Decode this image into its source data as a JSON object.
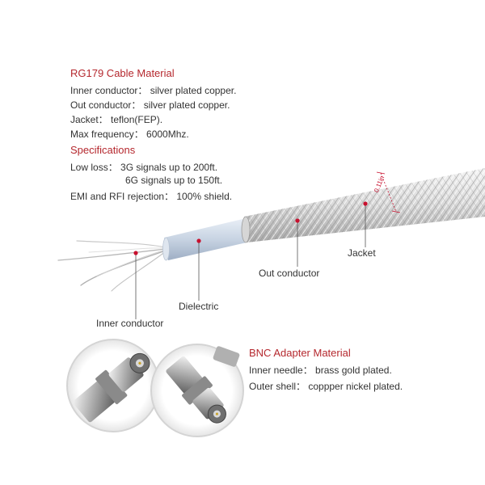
{
  "colors": {
    "heading": "#b5282e",
    "text": "#333333",
    "marker": "#c8102e",
    "leader": "#555555"
  },
  "cable_material": {
    "title": "RG179 Cable Material",
    "lines": [
      "Inner conductor： silver plated copper.",
      "Out conductor： silver plated copper.",
      "Jacket： teflon(FEP).",
      "Max frequency： 6000Mhz."
    ]
  },
  "specifications": {
    "title": "Specifications",
    "lines": [
      "Low loss： 3G signals up to 200ft.",
      "6G signals up to 150ft.",
      "EMI and RFI rejection： 100% shield."
    ]
  },
  "dimension": "0.11in",
  "callouts": {
    "inner_conductor": "Inner conductor",
    "dielectric": "Dielectric",
    "out_conductor": "Out conductor",
    "jacket": "Jacket"
  },
  "bnc_material": {
    "title": "BNC Adapter Material",
    "lines": [
      "Inner needle：  brass gold plated.",
      "Outer shell： coppper nickel plated."
    ]
  }
}
